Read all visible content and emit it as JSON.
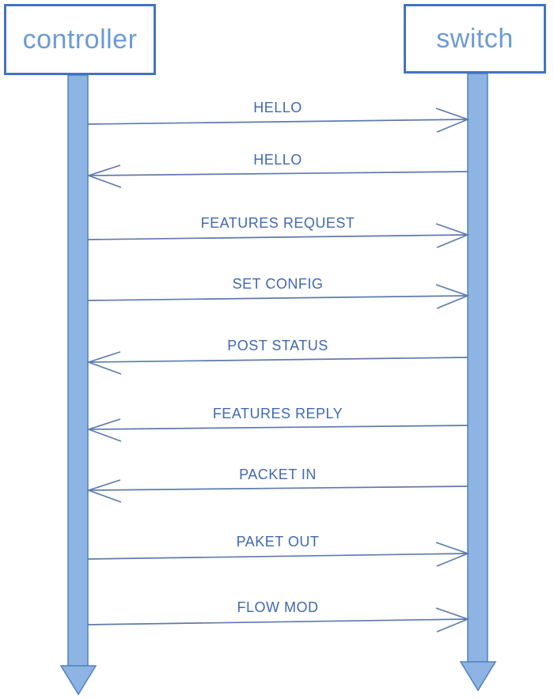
{
  "diagram_type": "sequence-diagram",
  "actors": [
    {
      "id": "controller",
      "label": "controller"
    },
    {
      "id": "switch",
      "label": "switch"
    }
  ],
  "messages": [
    {
      "label": "HELLO",
      "from": "controller",
      "to": "switch",
      "direction": "right"
    },
    {
      "label": "HELLO",
      "from": "switch",
      "to": "controller",
      "direction": "left"
    },
    {
      "label": "FEATURES REQUEST",
      "from": "controller",
      "to": "switch",
      "direction": "right"
    },
    {
      "label": "SET CONFIG",
      "from": "controller",
      "to": "switch",
      "direction": "right"
    },
    {
      "label": "POST STATUS",
      "from": "switch",
      "to": "controller",
      "direction": "left"
    },
    {
      "label": "FEATURES REPLY",
      "from": "switch",
      "to": "controller",
      "direction": "left"
    },
    {
      "label": "PACKET IN",
      "from": "switch",
      "to": "controller",
      "direction": "left"
    },
    {
      "label": "PAKET OUT",
      "from": "controller",
      "to": "switch",
      "direction": "right"
    },
    {
      "label": "FLOW MOD",
      "from": "controller",
      "to": "switch",
      "direction": "right"
    }
  ],
  "colors": {
    "background": "#ffffff",
    "box_border": "#4472c4",
    "box_text": "#6d9bd3",
    "lifeline_fill": "#8db4e2",
    "lifeline_border": "#4f81bd",
    "message_line": "#5d7bae",
    "message_text": "#4068b4"
  }
}
